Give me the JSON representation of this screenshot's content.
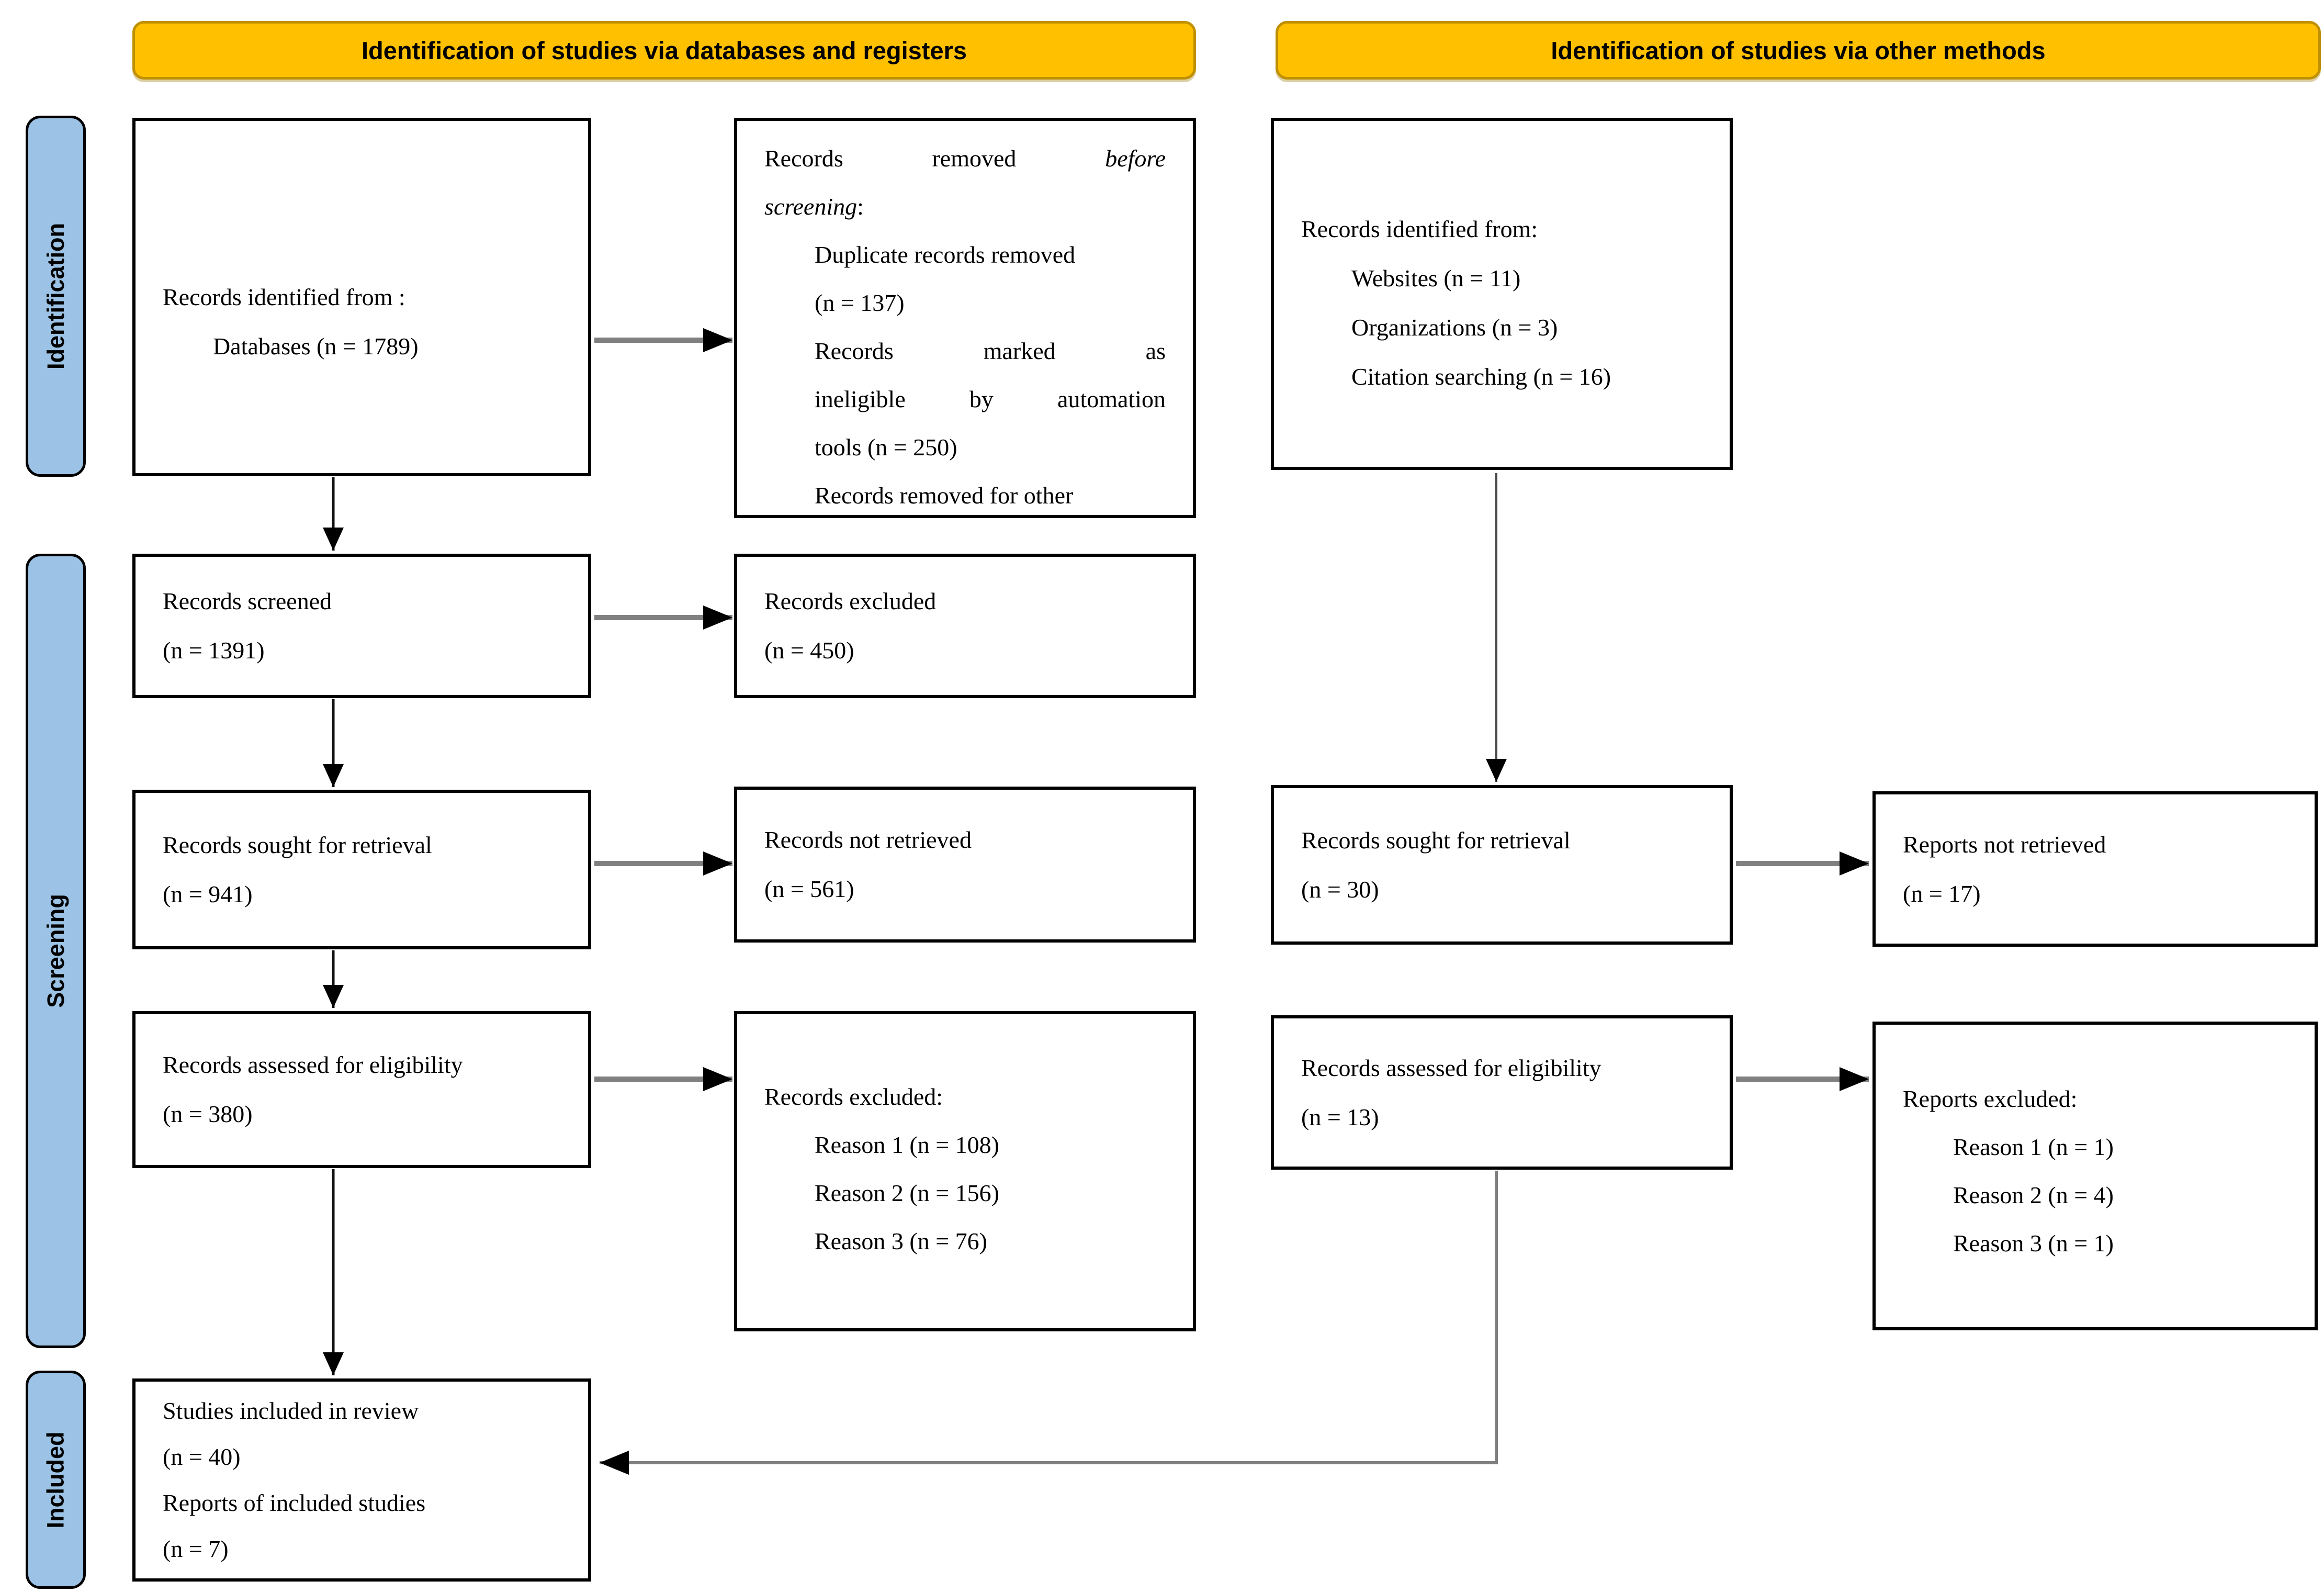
{
  "page": {
    "background": "#ffffff"
  },
  "colors": {
    "header_fill": "#FFC000",
    "header_border": "#BF9000",
    "stage_fill": "#9CC3E5",
    "stage_border": "#000000",
    "box_fill": "#ffffff",
    "box_border": "#000000",
    "text": "#000000",
    "arrow_head": "#000000",
    "arrow_shaft_gray": "#808080",
    "arrow_shaft_black": "#111111"
  },
  "headers": {
    "databases": "Identification of studies via databases and registers",
    "other": "Identification of studies via other methods"
  },
  "stages": {
    "identification": "Identification",
    "screening": "Screening",
    "included": "Included"
  },
  "boxes": {
    "db_identified": {
      "lines": [
        {
          "pre": "Records identified from :"
        },
        {
          "pre": "Databases (n = 1789)",
          "indent": true
        }
      ]
    },
    "removed_before_screening": {
      "lines": [
        {
          "pre": "Records removed ",
          "em": "before",
          "stretch": true
        },
        {
          "em": "screening",
          "post": ":"
        },
        {
          "pre": "Duplicate records removed",
          "indent": true
        },
        {
          "pre": "(n = 137)",
          "indent": true
        },
        {
          "pre": "Records marked as",
          "indent": true,
          "stretch": true
        },
        {
          "pre": "ineligible by automation",
          "indent": true,
          "stretch": true
        },
        {
          "pre": "tools (n = 250)",
          "indent": true
        },
        {
          "pre": "Records removed for other",
          "indent": true
        }
      ]
    },
    "other_identified": {
      "lines": [
        {
          "pre": "Records identified from:"
        },
        {
          "pre": "Websites (n = 11)",
          "indent": true
        },
        {
          "pre": "Organizations (n = 3)",
          "indent": true
        },
        {
          "pre": "Citation searching (n = 16)",
          "indent": true
        }
      ]
    },
    "records_screened": {
      "lines": [
        {
          "pre": "Records screened"
        },
        {
          "pre": "(n = 1391)"
        }
      ]
    },
    "records_excluded": {
      "lines": [
        {
          "pre": "Records excluded"
        },
        {
          "pre": "(n = 450)"
        }
      ]
    },
    "sought_retrieval_db": {
      "lines": [
        {
          "pre": "Records sought for retrieval"
        },
        {
          "pre": "(n = 941)"
        }
      ]
    },
    "not_retrieved_db": {
      "lines": [
        {
          "pre": "Records not retrieved"
        },
        {
          "pre": "(n = 561)"
        }
      ]
    },
    "sought_retrieval_other": {
      "lines": [
        {
          "pre": "Records sought for retrieval"
        },
        {
          "pre": "(n = 30)"
        }
      ]
    },
    "not_retrieved_other": {
      "lines": [
        {
          "pre": "Reports not retrieved"
        },
        {
          "pre": "(n = 17)"
        }
      ]
    },
    "assessed_db": {
      "lines": [
        {
          "pre": "Records assessed for eligibility"
        },
        {
          "pre": "(n = 380)"
        }
      ]
    },
    "excluded_reasons_db": {
      "lines": [
        {
          "pre": "Records excluded:"
        },
        {
          "pre": "Reason 1 (n = 108)",
          "indent": true
        },
        {
          "pre": "Reason 2 (n = 156)",
          "indent": true
        },
        {
          "pre": "Reason 3 (n = 76)",
          "indent": true
        }
      ]
    },
    "assessed_other": {
      "lines": [
        {
          "pre": "Records assessed for eligibility"
        },
        {
          "pre": "(n = 13)"
        }
      ]
    },
    "excluded_reasons_other": {
      "lines": [
        {
          "pre": "Reports excluded:"
        },
        {
          "pre": "Reason 1 (n = 1)",
          "indent": true
        },
        {
          "pre": "Reason 2 (n = 4)",
          "indent": true
        },
        {
          "pre": "Reason 3 (n = 1)",
          "indent": true
        }
      ]
    },
    "included_studies": {
      "lines": [
        {
          "pre": "Studies included in review"
        },
        {
          "pre": "(n = 40)"
        },
        {
          "pre": "Reports of included studies"
        },
        {
          "pre": "(n = 7)"
        }
      ]
    }
  }
}
